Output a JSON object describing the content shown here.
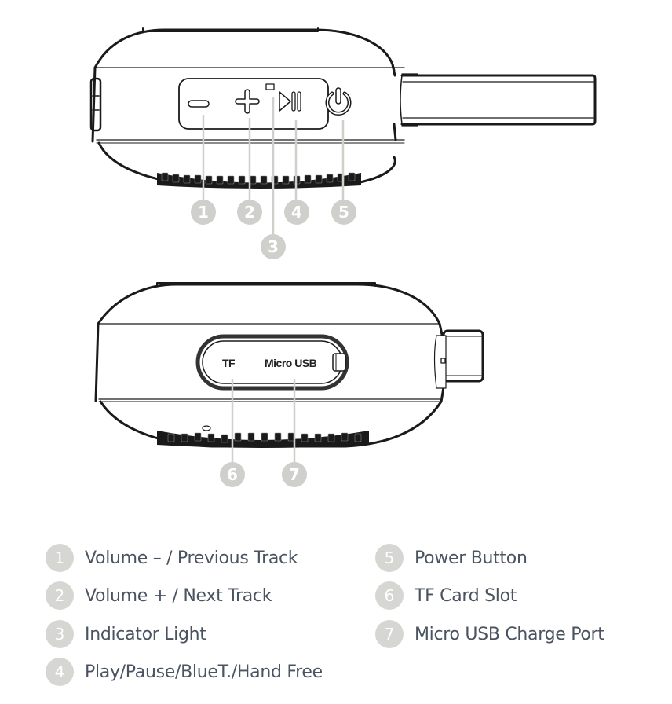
{
  "diagram": {
    "top_view": {
      "buttons": [
        {
          "id": 1,
          "icon": "minus-icon"
        },
        {
          "id": 2,
          "icon": "plus-icon"
        },
        {
          "id": 3,
          "icon": "indicator-light-icon"
        },
        {
          "id": 4,
          "icon": "play-pause-icon"
        },
        {
          "id": 5,
          "icon": "power-icon"
        }
      ],
      "callouts": [
        "1",
        "2",
        "3",
        "4",
        "5"
      ]
    },
    "side_view": {
      "port_labels": {
        "tf": "TF",
        "micro_usb": "Micro USB"
      },
      "callouts": [
        "6",
        "7"
      ]
    }
  },
  "legend": {
    "left": [
      {
        "num": "1",
        "label": "Volume – / Previous Track"
      },
      {
        "num": "2",
        "label": "Volume + / Next Track"
      },
      {
        "num": "3",
        "label": "Indicator Light"
      },
      {
        "num": "4",
        "label": "Play/Pause/BlueT./Hand Free"
      }
    ],
    "right": [
      {
        "num": "5",
        "label": "Power Button"
      },
      {
        "num": "6",
        "label": "TF Card Slot"
      },
      {
        "num": "7",
        "label": "Micro USB Charge Port"
      }
    ]
  },
  "colors": {
    "outline": "#1a1a1a",
    "callout": "#cfcfcb",
    "legend_text": "#4a5360"
  }
}
